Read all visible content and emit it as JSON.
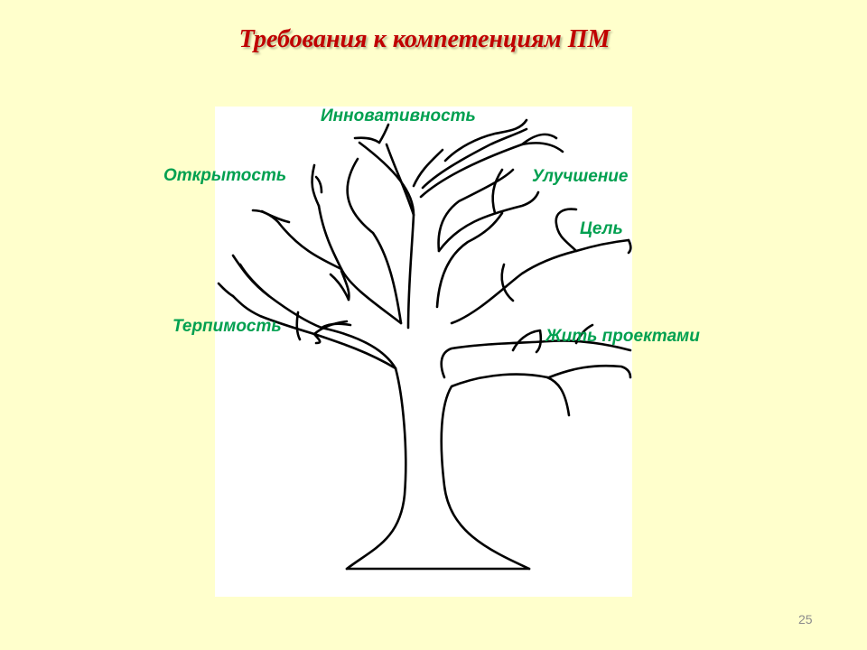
{
  "slide": {
    "title": "Требования к компетенциям ПМ",
    "page_number": "25"
  },
  "labels": {
    "innovation": "Инновативность",
    "openness": "Открытость",
    "improvement": "Улучшение",
    "goal": "Цель",
    "tolerance": "Терпимость",
    "live_projects": "Жить проектами"
  },
  "colors": {
    "background": "#FFFFCC",
    "title": "#C00000",
    "labels": "#00A050",
    "tree_stroke": "#000000"
  }
}
